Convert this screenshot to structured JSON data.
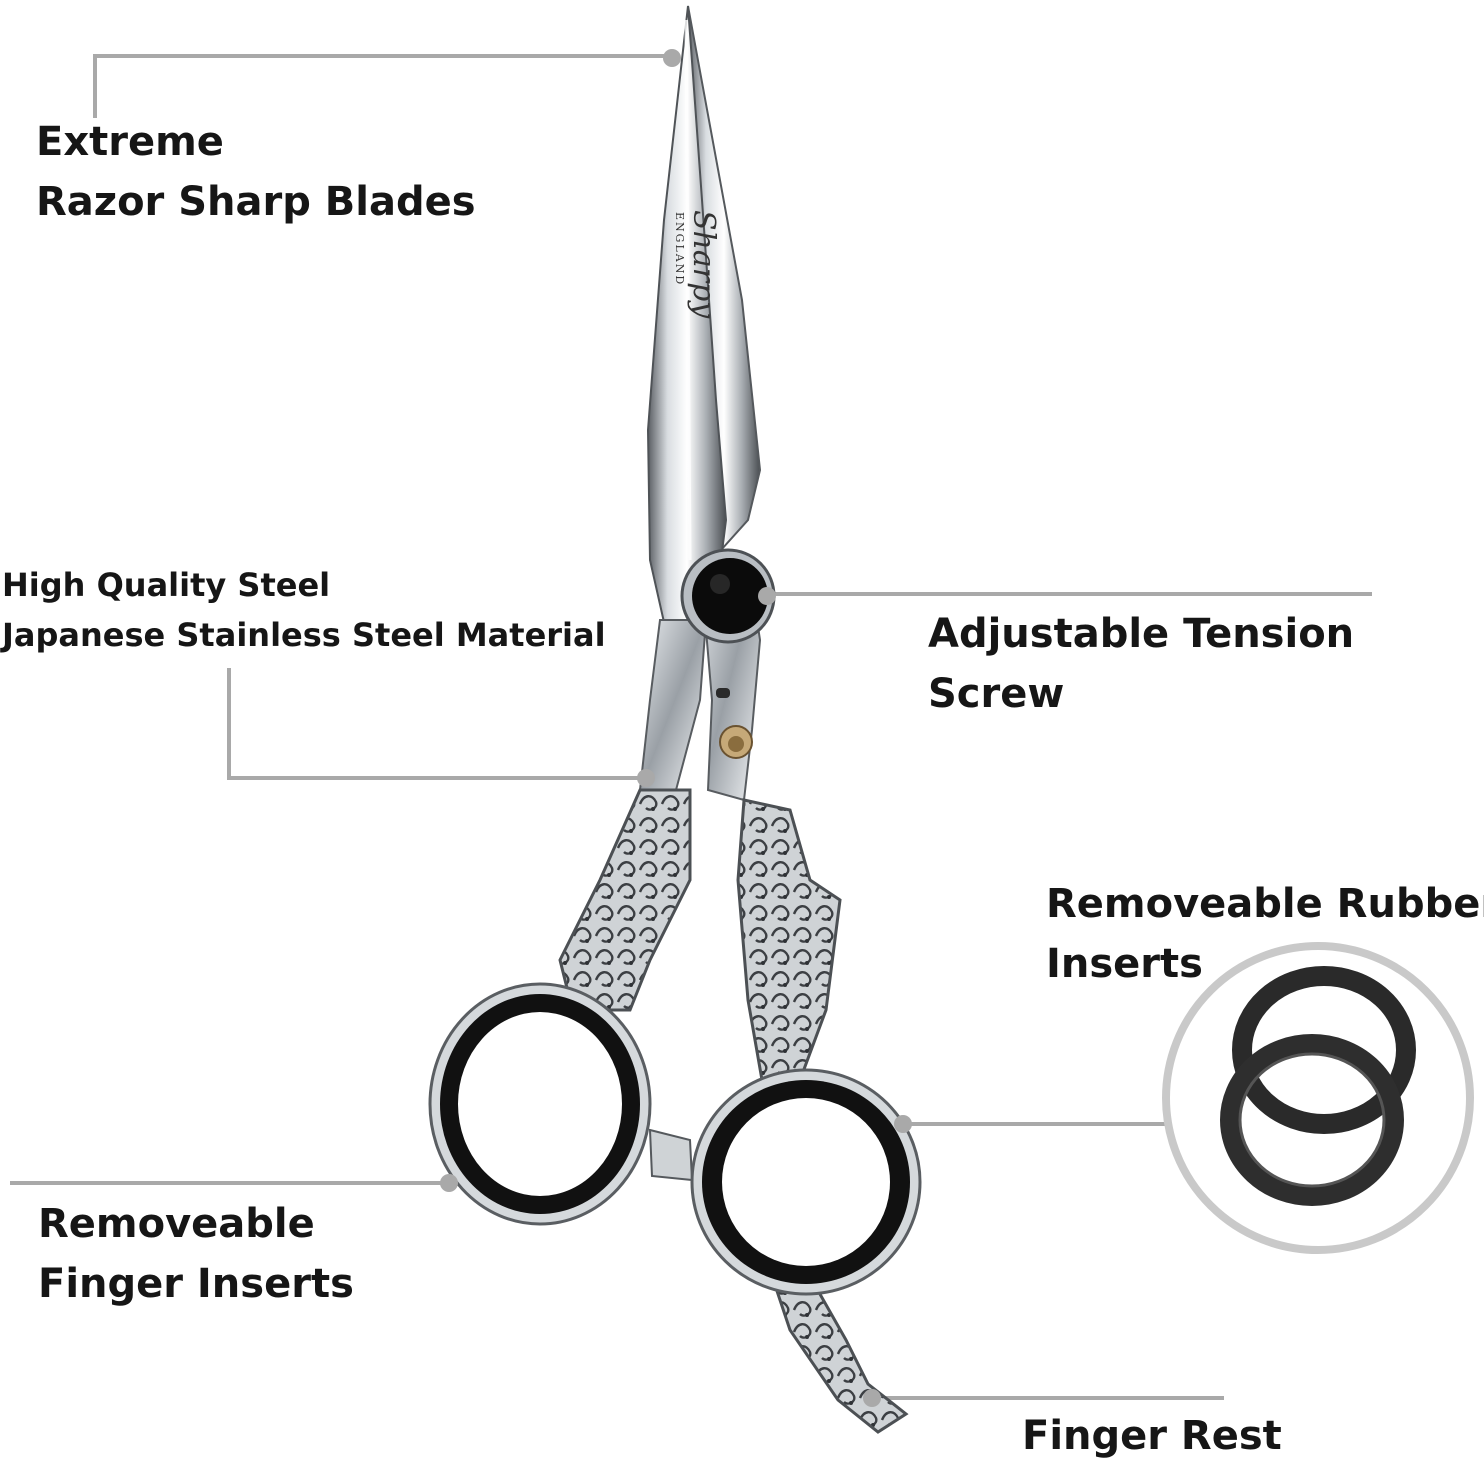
{
  "callouts": {
    "blades": {
      "lines": [
        "Extreme",
        "Razor Sharp Blades"
      ]
    },
    "steel": {
      "lines": [
        "High Quality Steel",
        "Japanese Stainless Steel Material"
      ]
    },
    "tension": {
      "lines": [
        "Adjustable Tension",
        "Screw"
      ]
    },
    "rubber": {
      "lines": [
        "Removeable Rubber",
        "Inserts"
      ]
    },
    "finger_inserts": {
      "lines": [
        "Removeable",
        "Finger Inserts"
      ]
    },
    "finger_rest": {
      "lines": [
        "Finger Rest"
      ]
    }
  },
  "product": {
    "engraving_lines": [
      "Sharpy",
      "ENGLAND"
    ]
  },
  "colors": {
    "leader_line": "#a9a9a9",
    "text": "#161616",
    "ring": "#111111",
    "rubber_ring": "#2a2a2a"
  },
  "icons": [
    "lion-crest-icon"
  ]
}
